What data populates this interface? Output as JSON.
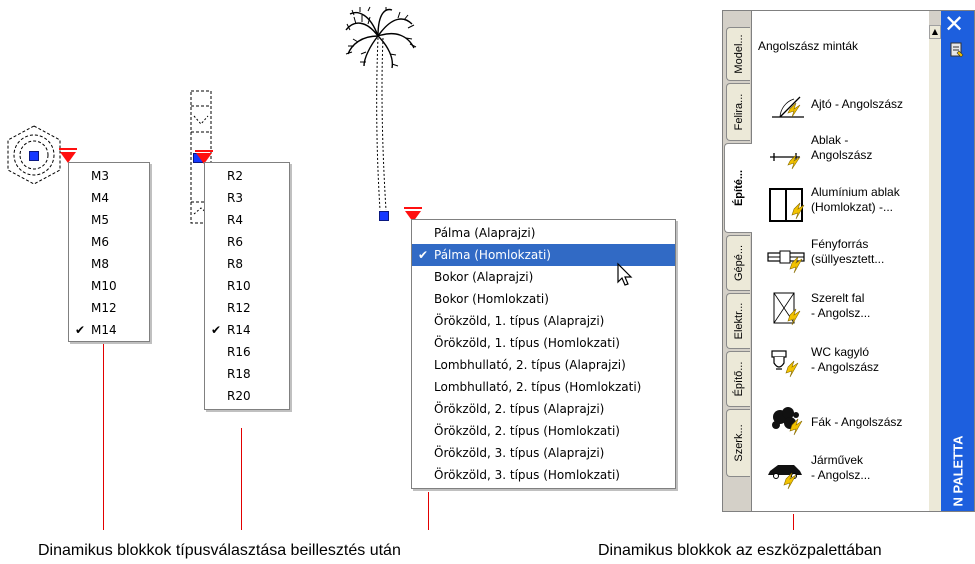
{
  "menus": {
    "bolt": {
      "items": [
        {
          "label": "M3"
        },
        {
          "label": "M4"
        },
        {
          "label": "M5"
        },
        {
          "label": "M6"
        },
        {
          "label": "M8"
        },
        {
          "label": "M10"
        },
        {
          "label": "M12"
        },
        {
          "label": "M14",
          "checked": true
        }
      ]
    },
    "window": {
      "items": [
        {
          "label": "R2"
        },
        {
          "label": "R3"
        },
        {
          "label": "R4"
        },
        {
          "label": "R6"
        },
        {
          "label": "R8"
        },
        {
          "label": "R10"
        },
        {
          "label": "R12"
        },
        {
          "label": "R14",
          "checked": true
        },
        {
          "label": "R16"
        },
        {
          "label": "R18"
        },
        {
          "label": "R20"
        }
      ]
    },
    "tree": {
      "items": [
        {
          "label": "Pálma (Alaprajzi)"
        },
        {
          "label": "Pálma (Homlokzati)",
          "checked": true,
          "selected": true
        },
        {
          "label": "Bokor (Alaprajzi)"
        },
        {
          "label": "Bokor (Homlokzati)"
        },
        {
          "label": "Örökzöld, 1. típus (Alaprajzi)"
        },
        {
          "label": "Örökzöld, 1. típus (Homlokzati)"
        },
        {
          "label": "Lombhullató, 2. típus (Alaprajzi)"
        },
        {
          "label": "Lombhullató, 2. típus (Homlokzati)"
        },
        {
          "label": "Örökzöld, 2. típus (Alaprajzi)"
        },
        {
          "label": "Örökzöld, 2. típus (Homlokzati)"
        },
        {
          "label": "Örökzöld, 3. típus (Alaprajzi)"
        },
        {
          "label": "Örökzöld, 3. típus (Homlokzati)"
        }
      ]
    }
  },
  "check_glyph": "✔",
  "captions": {
    "left": "Dinamikus blokkok  típusválasztása beillesztés után",
    "right": "Dinamikus blokkok az eszközpalettában"
  },
  "palette": {
    "tabs": [
      {
        "label": "Model..."
      },
      {
        "label": "Felira..."
      },
      {
        "label": "Építé...",
        "active": true
      },
      {
        "label": "Gépé..."
      },
      {
        "label": "Elektr..."
      },
      {
        "label": "Építő..."
      },
      {
        "label": "Szerk..."
      }
    ],
    "title": "Angolszász minták",
    "tools": [
      {
        "label": "Ajtó - Angolszász",
        "icon": "door-icon"
      },
      {
        "label": "Ablak -\nAngolszász",
        "icon": "window-icon"
      },
      {
        "label": "Alumínium ablak\n(Homlokzat) -...",
        "icon": "aluminium-window-icon"
      },
      {
        "label": "Fényforrás\n(süllyesztett...",
        "icon": "light-fixture-icon"
      },
      {
        "label": "Szerelt fal\n- Angolsz...",
        "icon": "curtain-wall-icon"
      },
      {
        "label": "WC kagyló\n- Angolszász",
        "icon": "toilet-icon"
      },
      {
        "label": "Fák - Angolszász",
        "icon": "tree-icon"
      },
      {
        "label": "Járművek\n- Angolsz...",
        "icon": "car-icon"
      }
    ],
    "close_glyph": "✕",
    "vertical_title": "N PALETTA",
    "accent": "#1d5fde"
  }
}
